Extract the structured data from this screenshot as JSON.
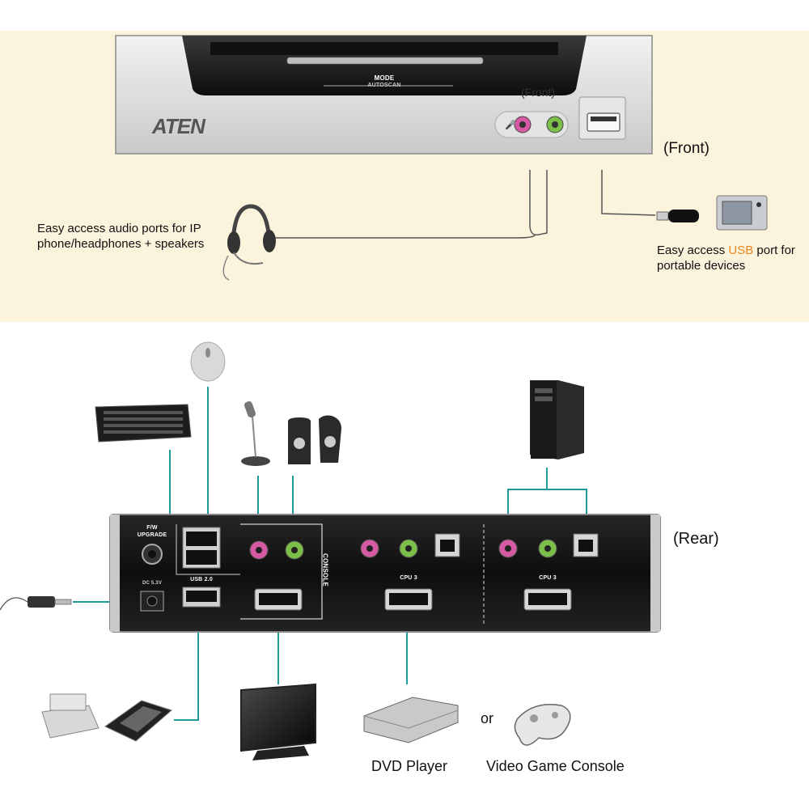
{
  "front": {
    "brand": "ATEN",
    "mode_label": "MODE",
    "autoscan_label": "AUTOSCAN",
    "front_small_label": "(Front)",
    "front_label": "(Front)",
    "audio_callout": [
      "Easy access audio ports for IP",
      "phone/headphones + speakers"
    ],
    "usb_callout_pre": "Easy access ",
    "usb_callout_hl": "USB",
    "usb_callout_post": " port for",
    "usb_callout_line2": "portable devices",
    "highlight_color": "#e8871e",
    "bg_color": "#fcf3dd"
  },
  "rear": {
    "rear_label": "(Rear)",
    "fw_label": [
      "F/W",
      "UPGRADE"
    ],
    "dc_label": [
      "DC 5.3V"
    ],
    "usb2_label": "USB 2.0",
    "console_label": "CONSOLE",
    "cpu_labels": [
      "CPU 3",
      "CPU 3"
    ]
  },
  "devices": {
    "dvd_label": "DVD Player",
    "or_label": "or",
    "console_label": "Video Game Console"
  },
  "colors": {
    "line_teal": "#1f9c9a",
    "pink_port": "#d65aa3",
    "green_port": "#7cc04a"
  }
}
